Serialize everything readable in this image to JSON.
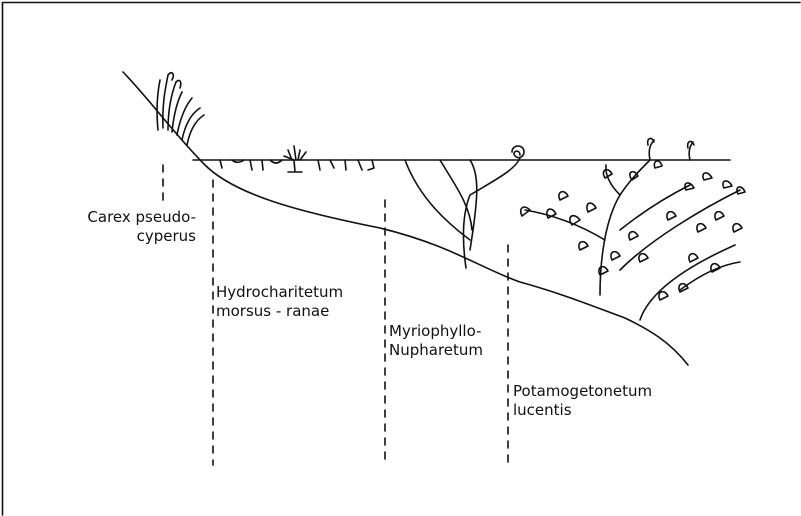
{
  "zones": [
    {
      "id": "carex",
      "line1": "Carex pseudo-",
      "line2": "cyperus"
    },
    {
      "id": "hydrocharitetum",
      "line1": "Hydrocharitetum",
      "line2": "morsus - ranae"
    },
    {
      "id": "myriophyllo",
      "line1": "Myriophyllo-",
      "line2": "Nupharetum"
    },
    {
      "id": "potamogetonetum",
      "line1": "Potamogetonetum",
      "line2": "lucentis"
    }
  ],
  "colors": {
    "ink": "#111111",
    "background": "#ffffff"
  }
}
